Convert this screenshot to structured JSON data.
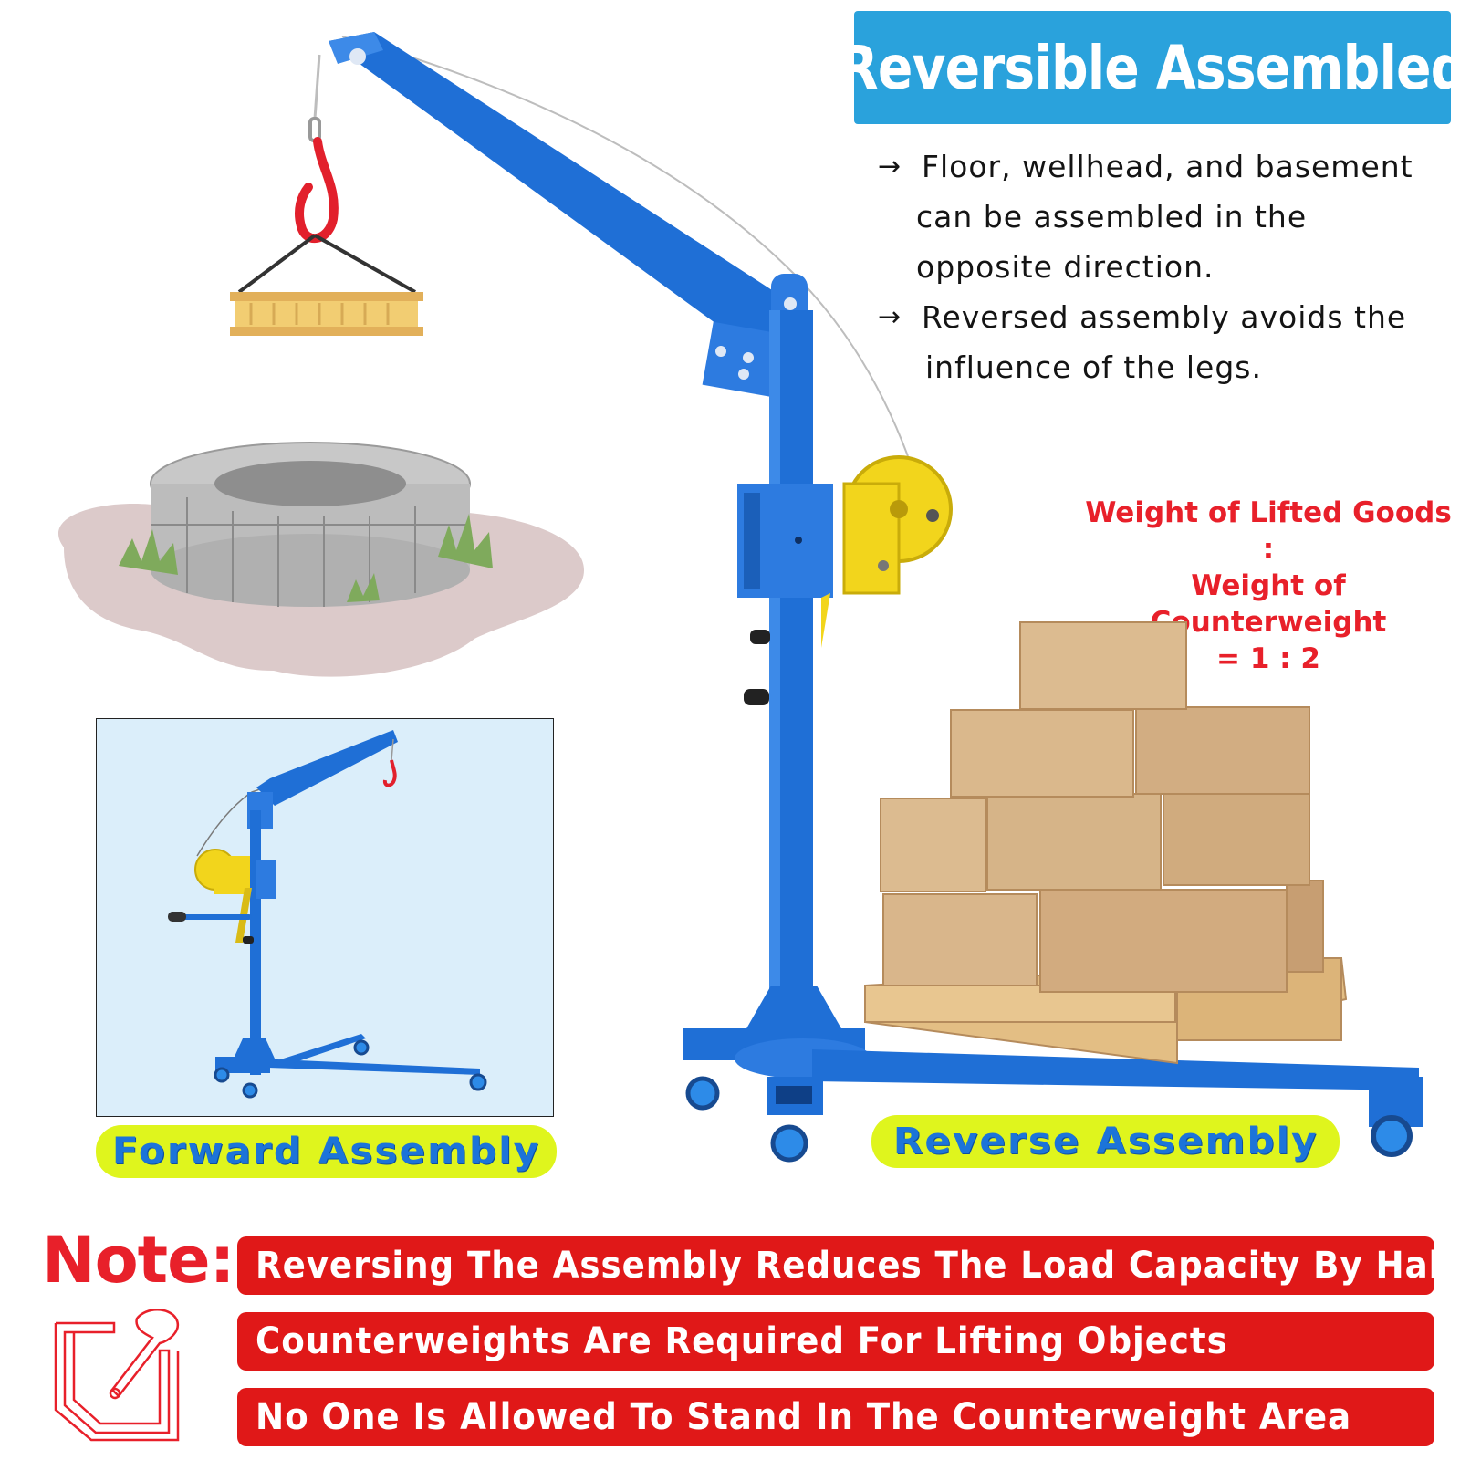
{
  "title": "Reversible Assembled",
  "bullets": [
    {
      "arrow": "→",
      "line1": "Floor, wellhead, and basement",
      "line2": "can be assembled in the",
      "line3": "opposite direction."
    },
    {
      "arrow": "→",
      "line1": "Reversed assembly avoids the",
      "line2": "influence of the legs."
    }
  ],
  "ratio": {
    "line1": "Weight of Lifted Goods",
    "separator": ":",
    "line2": "Weight of Counterweight",
    "line3": "= 1 : 2"
  },
  "labels": {
    "forward": "Forward Assembly",
    "reverse": "Reverse Assembly"
  },
  "note": {
    "heading": "Note:",
    "items": [
      "Reversing The Assembly Reduces The Load Capacity By Half",
      "Counterweights Are Required For Lifting Objects",
      "No One Is Allowed To Stand In The Counterweight Area"
    ]
  },
  "colors": {
    "crane_blue": "#1f6fd6",
    "banner_blue": "#2aa2dc",
    "warning_red": "#e01818",
    "label_yellow": "#dff51d",
    "winch_yellow": "#f2d51c",
    "box_tan": "#d6b48a",
    "hook_red": "#e2202c"
  }
}
